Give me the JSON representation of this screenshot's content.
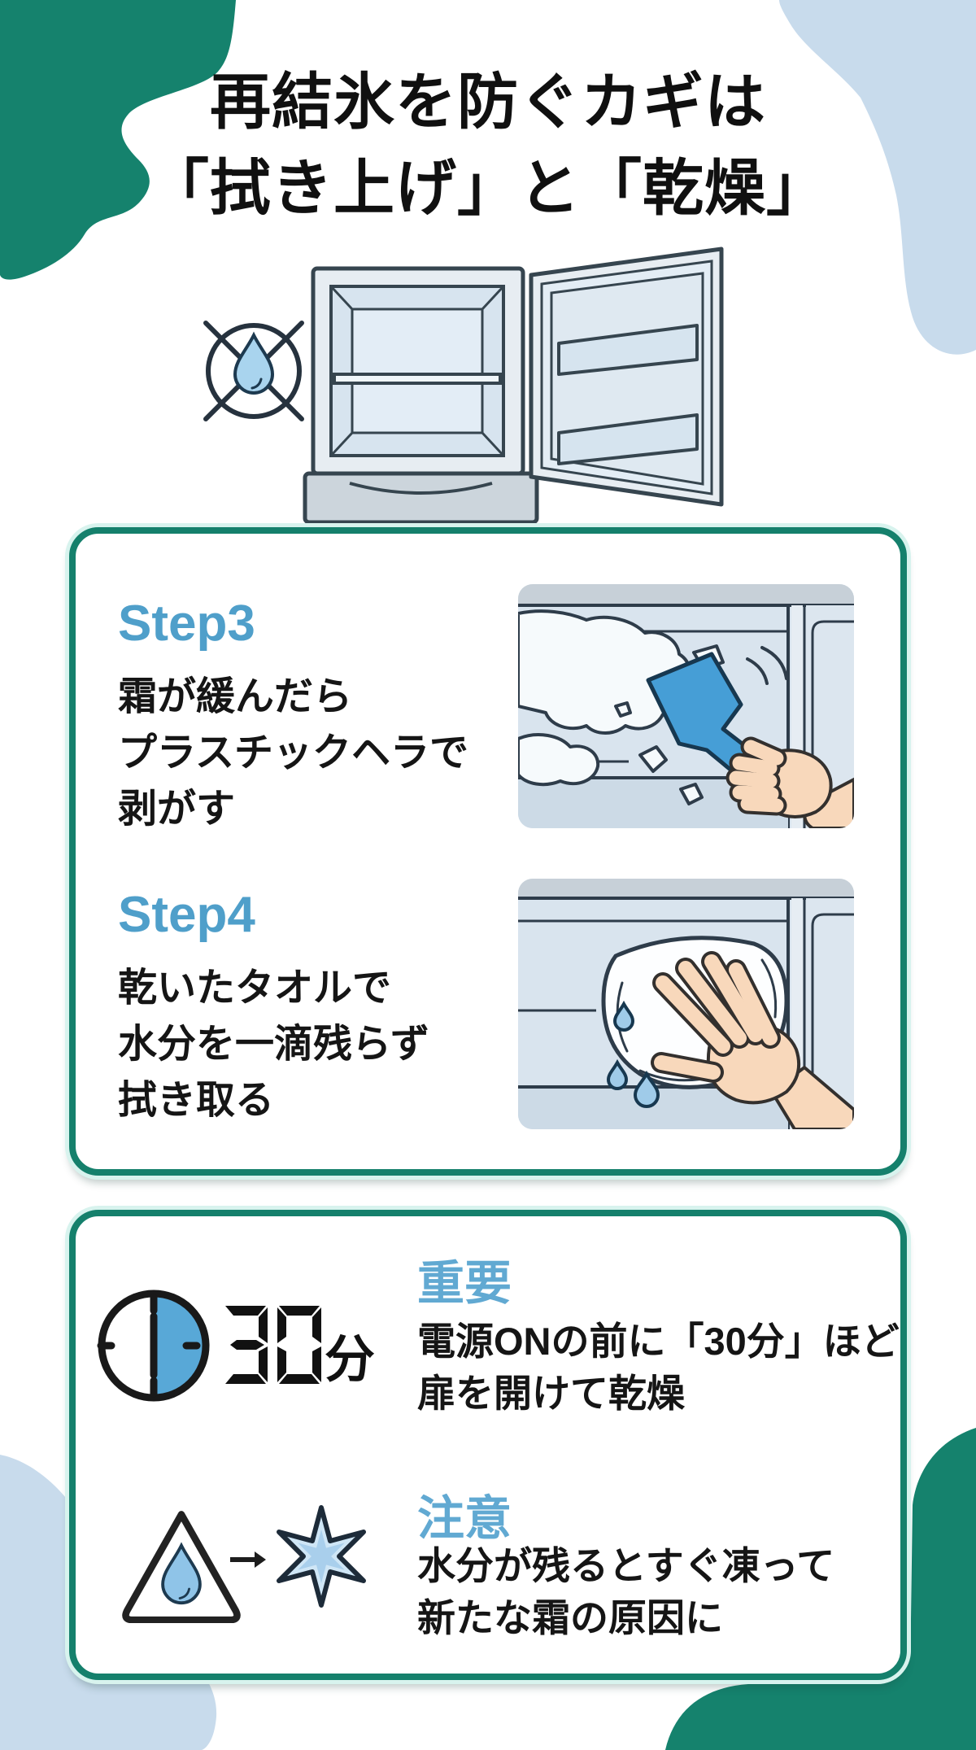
{
  "colors": {
    "teal": "#15826d",
    "card_border_teal": "#15806c",
    "card_glow": "#d8f3ee",
    "light_blue_blob": "#c8dbec",
    "step_label_blue": "#4f9fca",
    "note_heading_blue": "#61a9d2",
    "body_text": "#151515",
    "clock_blue": "#58a8d7",
    "scraper_blue": "#469ed6",
    "droplet_blue": "#9fcbe9",
    "skin": "#f8d8bb",
    "illustration_bg": "#d9e4ee",
    "outline_dark": "#2e3c4a"
  },
  "title": {
    "line1": "再結氷を防ぐカギは",
    "line2": "「拭き上げ」と「乾燥」"
  },
  "hero": {
    "icon": "no-water-drop",
    "subject": "open-refrigerator-with-freezer-door"
  },
  "steps_card": {
    "steps": [
      {
        "label": "Step3",
        "lines": [
          "霜が緩んだら",
          "プラスチックヘラで",
          "剥がす"
        ],
        "illustration": "scraping-frost-with-plastic-spatula"
      },
      {
        "label": "Step4",
        "lines": [
          "乾いたタオルで",
          "水分を一滴残らず",
          "拭き取る"
        ],
        "illustration": "wiping-moisture-with-dry-towel"
      }
    ]
  },
  "notes_card": {
    "important": {
      "heading": "重要",
      "timer_value": "30",
      "timer_unit": "分",
      "lines": [
        "電源ONの前に「30分」ほど",
        "扉を開けて乾燥"
      ]
    },
    "caution": {
      "heading": "注意",
      "lines": [
        "水分が残るとすぐ凍って",
        "新たな霜の原因に"
      ]
    }
  }
}
